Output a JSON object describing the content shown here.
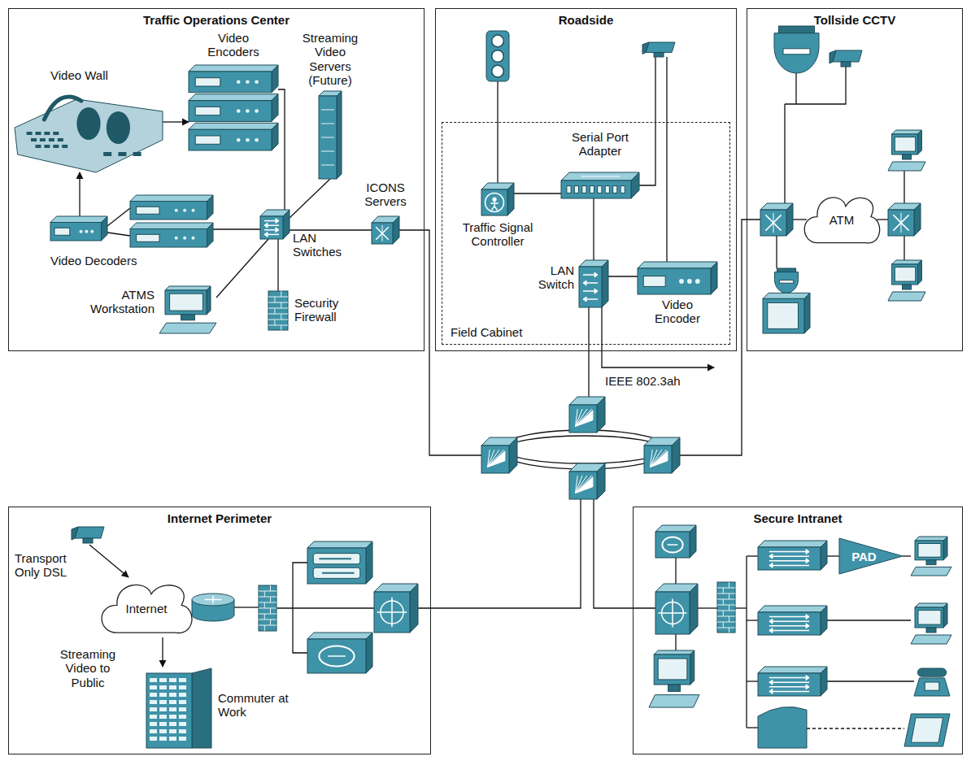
{
  "diagram": {
    "nodes": [
      {
        "text": [
          "Traffic Operations Center"
        ]
      },
      {
        "text": [
          "Video Wall"
        ],
        "in": 0
      },
      {
        "text": [
          "Video Encoders"
        ],
        "in": 0
      },
      {
        "text": [
          "Streaming Video Servers (Future)"
        ],
        "in": 0
      },
      {
        "text": [
          "ICONS Servers"
        ],
        "in": 0
      },
      {
        "text": [
          "Video Decoders"
        ],
        "in": 0
      },
      {
        "text": [
          "LAN Switches"
        ],
        "in": 0
      },
      {
        "text": [
          "ATMS Workstation"
        ],
        "in": 0
      },
      {
        "text": [
          "Security Firewall"
        ],
        "in": 0
      },
      {
        "text": [
          "Roadside"
        ]
      },
      {
        "text": [
          "Field Cabinet"
        ],
        "in": 9
      },
      {
        "text": [
          "Serial Port Adapter"
        ],
        "in": 10
      },
      {
        "text": [
          "Traffic Signal Controller"
        ],
        "in": 10
      },
      {
        "text": [
          "LAN Switch"
        ],
        "in": 10
      },
      {
        "text": [
          "Video Encoder"
        ],
        "in": 10
      },
      {
        "text": [
          "Tollside CCTV"
        ]
      },
      {
        "text": [
          "ATM"
        ],
        "in": 15
      },
      {
        "text": [
          "Internet Perimeter"
        ]
      },
      {
        "text": [
          "Internet"
        ],
        "in": 17
      },
      {
        "text": [
          "Commuter at Work"
        ],
        "in": 17
      },
      {
        "text": [
          "Secure Intranet"
        ]
      },
      {
        "text": [
          "PAD"
        ],
        "in": 20
      }
    ],
    "edges": [
      {
        "from": 1,
        "to": 2,
        "arrow": "to"
      },
      {
        "from": 5,
        "to": 1,
        "arrow": "to"
      },
      {
        "from": 2,
        "to": 6,
        "arrow": "none"
      },
      {
        "from": 3,
        "to": 6,
        "arrow": "none"
      },
      {
        "from": 6,
        "to": 4,
        "arrow": "none"
      },
      {
        "from": 5,
        "to": 6,
        "arrow": "none"
      },
      {
        "from": 7,
        "to": 6,
        "arrow": "none"
      },
      {
        "from": 8,
        "to": 6,
        "arrow": "none"
      },
      {
        "from": 12,
        "to": 11,
        "arrow": "none"
      },
      {
        "from": 11,
        "to": 13,
        "arrow": "none"
      },
      {
        "from": 13,
        "to": 14,
        "arrow": "none"
      },
      {
        "from": 18,
        "to": 19,
        "arrow": "to"
      }
    ],
    "labels": [
      "Transport Only DSL",
      "Streaming Video to Public",
      "IEEE 802.3ah"
    ]
  }
}
